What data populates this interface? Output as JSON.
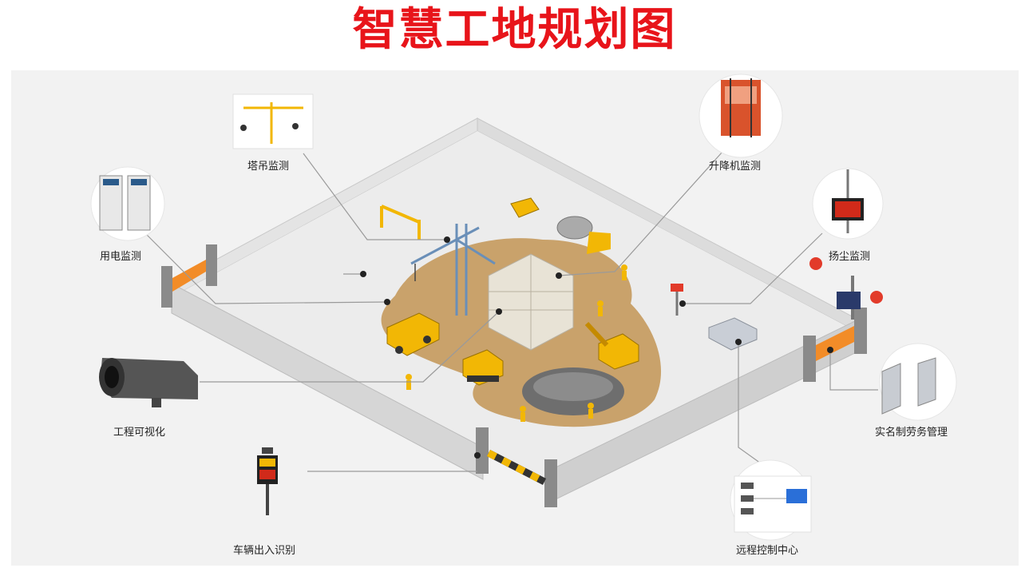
{
  "title": "智慧工地规划图",
  "labels": {
    "tower_crane": "塔吊监测",
    "elevator": "升降机监测",
    "power": "用电监测",
    "dust": "扬尘监测",
    "video": "工程可视化",
    "realname": "实名制劳务管理",
    "vehicle": "车辆出入识别",
    "remote": "远程控制中心"
  },
  "colors": {
    "title": "#e8141a",
    "panel": "#f2f2f2",
    "wall": "#d9d9d9",
    "dirt": "#c9a26b",
    "machine_yellow": "#f2b705",
    "barrier_orange": "#f28c28"
  }
}
